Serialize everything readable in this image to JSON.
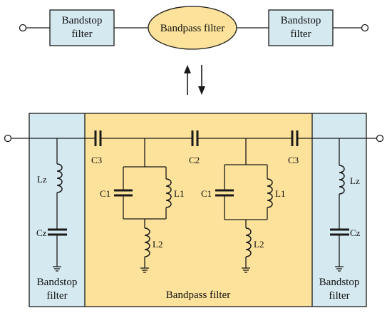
{
  "top_chain": {
    "left_filter_label": "Bandstop\nfilter",
    "center_filter_label": "Bandpass filter",
    "right_filter_label": "Bandstop\nfilter"
  },
  "circuit": {
    "left_section_label": "Bandstop\nfilter",
    "center_section_label": "Bandpass filter",
    "right_section_label": "Bandstop\nfilter",
    "components": {
      "c3_left": "C3",
      "c2": "C2",
      "c3_right": "C3",
      "c1_left": "C1",
      "l1_left": "L1",
      "l2_left": "L2",
      "c1_right": "C1",
      "l1_right": "L1",
      "l2_right": "L2",
      "lz_left": "Lz",
      "cz_left": "Cz",
      "lz_right": "Lz",
      "cz_right": "Cz"
    }
  },
  "colors": {
    "bandstop_fill": "#d5e9f0",
    "bandpass_fill": "#fce29a",
    "line": "#1a1a1a"
  }
}
